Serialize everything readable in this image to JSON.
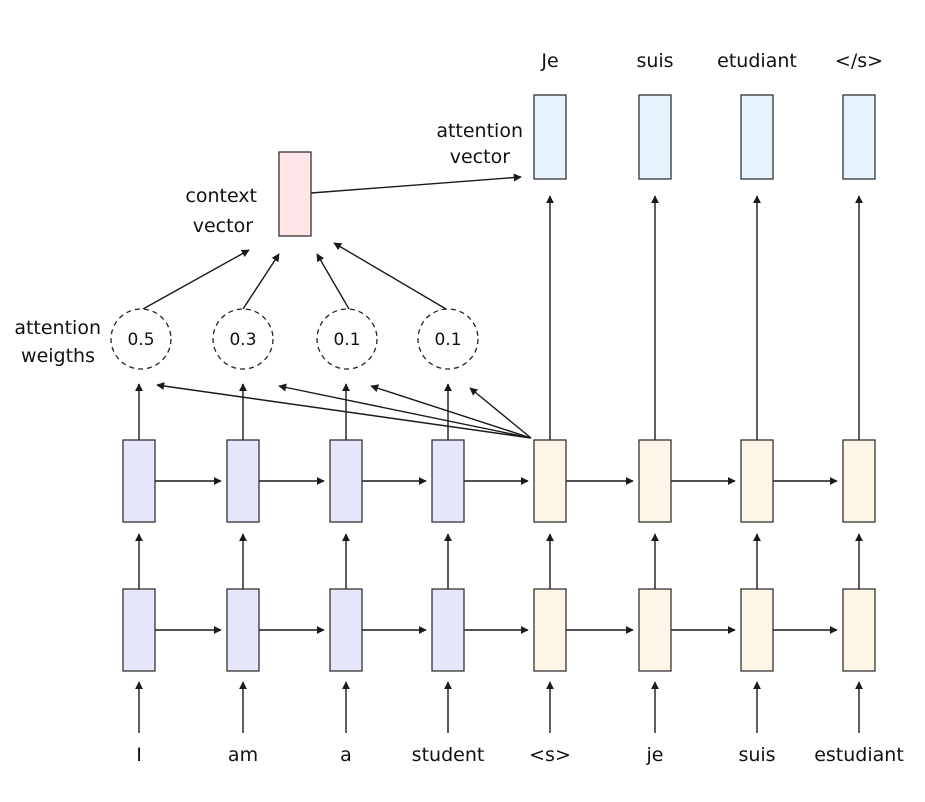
{
  "colors": {
    "encoder_fill": "#e6e6fa",
    "decoder_fill": "#fdf5e6",
    "output_fill": "#e6f3ff",
    "context_fill": "#ffe4e8",
    "stroke": "#333333"
  },
  "source_tokens": [
    "I",
    "am",
    "a",
    "student"
  ],
  "target_input_tokens": [
    "<s>",
    "je",
    "suis",
    "estudiant"
  ],
  "output_tokens": [
    "Je",
    "suis",
    "etudiant",
    "</s>"
  ],
  "attention_weights": [
    "0.5",
    "0.3",
    "0.1",
    "0.1"
  ],
  "labels": {
    "attention_vector": [
      "attention",
      "vector"
    ],
    "context_vector": [
      "context",
      "vector"
    ],
    "attention_weights": [
      "attention",
      "weigths"
    ]
  }
}
